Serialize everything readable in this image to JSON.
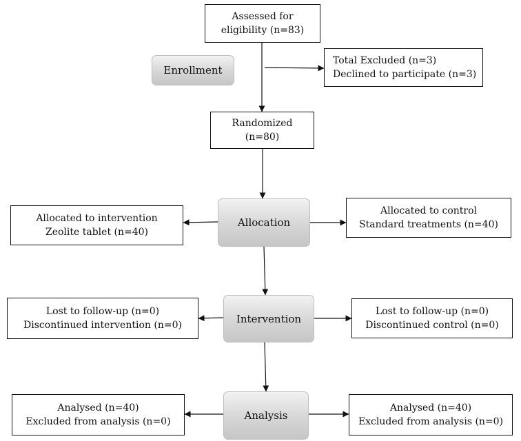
{
  "enrollment": {
    "assessed": {
      "line1": "Assessed for",
      "line2": "eligibility (n=83)"
    },
    "excluded": {
      "line1": "Total Excluded (n=3)",
      "line2": "Declined to participate (n=3)"
    },
    "randomized": {
      "line1": "Randomized",
      "line2": "(n=80)"
    }
  },
  "stages": {
    "enrollment": "Enrollment",
    "allocation": "Allocation",
    "intervention": "Intervention",
    "analysis": "Analysis"
  },
  "allocation": {
    "left": {
      "line1": "Allocated to intervention",
      "line2": "Zeolite tablet (n=40)"
    },
    "right": {
      "line1": "Allocated to control",
      "line2": "Standard treatments (n=40)"
    }
  },
  "followup": {
    "left": {
      "line1": "Lost to follow-up (n=0)",
      "line2": "Discontinued intervention (n=0)"
    },
    "right": {
      "line1": "Lost to follow-up (n=0)",
      "line2": "Discontinued control (n=0)"
    }
  },
  "analysis": {
    "left": {
      "line1": "Analysed (n=40)",
      "line2": "Excluded from analysis (n=0)"
    },
    "right": {
      "line1": "Analysed (n=40)",
      "line2": "Excluded from analysis (n=0)"
    }
  }
}
